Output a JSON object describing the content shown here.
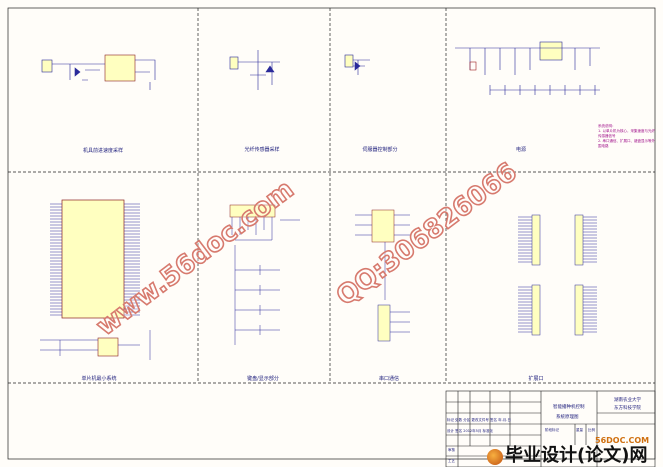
{
  "sections": {
    "top": [
      "机具前进速度采样",
      "光纤传感器采样",
      "伺服器控制部分",
      "电源"
    ],
    "bottom": [
      "单片机最小系统",
      "键盘/显示部分",
      "串口通信",
      "扩展口"
    ]
  },
  "notes": [
    "系统说明：",
    "1. 以单片机为核心，采集速度与光纤传感器信号",
    "2. 串口通信、扩展口、键盘显示等外围电路"
  ],
  "title_block": {
    "project": "智能播种机控制",
    "drawing": "系统原理图",
    "school": "湖南农业大学",
    "college": "东方科技学院",
    "row_labels": [
      "标记",
      "处数",
      "分区",
      "更改文件号",
      "签名",
      "年.月.日"
    ],
    "row_labels2": [
      "设计",
      "签名",
      "2012年5月",
      "标准化"
    ],
    "stage": "阶段标记",
    "weight": "重量",
    "scale": "比例",
    "check": "审核",
    "craft": "工艺"
  },
  "watermarks": {
    "site": "www.56doc.com",
    "qq": "QQ:306826066"
  },
  "banner": {
    "logo_text": "56DOC.COM",
    "text": "毕业设计(论文)网"
  },
  "colors": {
    "line": "#1a1a7a",
    "wire": "#2a2a9a",
    "watermark": "#d77a6e",
    "note": "#a0108a"
  }
}
